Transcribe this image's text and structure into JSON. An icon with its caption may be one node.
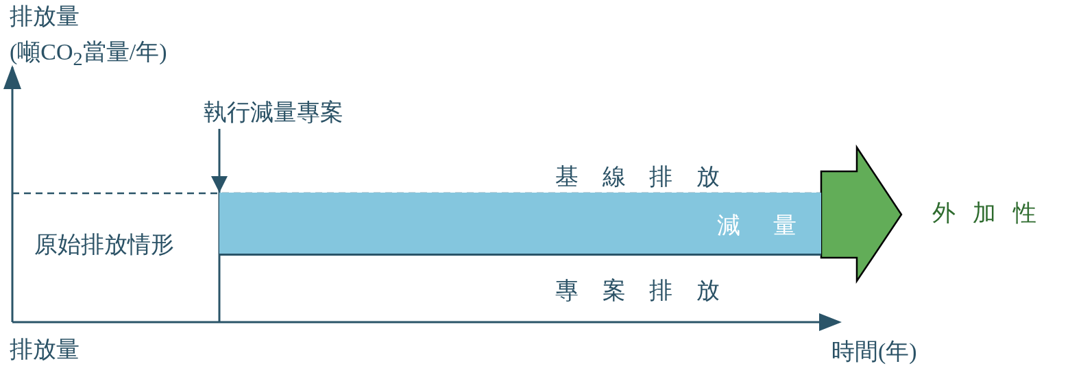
{
  "diagram": {
    "nodes": [
      {
        "text": [
          "執行減量專案"
        ]
      },
      {
        "text": [
          "減 量"
        ]
      },
      {
        "text": [
          "外 加 性"
        ]
      }
    ],
    "edges": [
      {
        "from": 0,
        "to": 1,
        "arrow": "to"
      },
      {
        "from": 1,
        "to": 2,
        "arrow": "to",
        "style": "thick",
        "color": "#62ad58"
      }
    ],
    "labels": [
      "排放量",
      "(噸CO$_{2}$當量/年)",
      "基 線 排 放",
      "原始排放情形",
      "專 案 排 放",
      "時間(年)",
      "排放量"
    ]
  }
}
